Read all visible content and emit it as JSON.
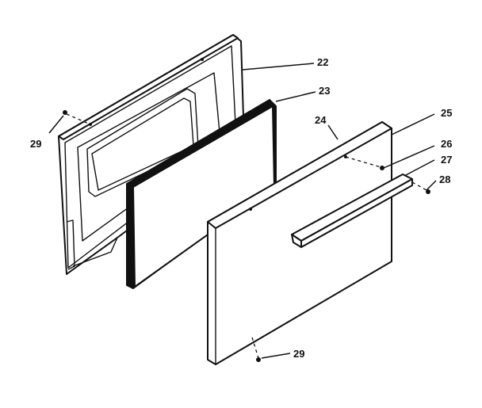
{
  "callouts": {
    "p22": "22",
    "p23": "23",
    "p24": "24",
    "p25": "25",
    "p26": "26",
    "p27": "27",
    "p28": "28",
    "p29_left": "29",
    "p29_bottom": "29"
  }
}
